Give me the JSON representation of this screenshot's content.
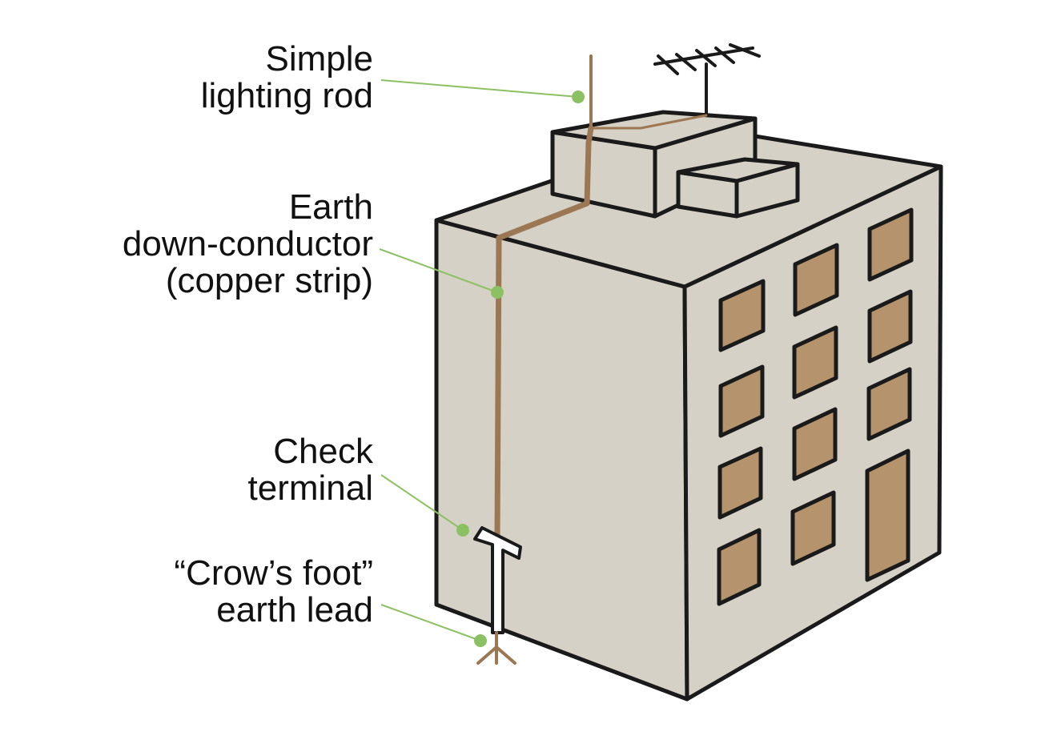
{
  "labels": {
    "rod": {
      "line1": "Simple",
      "line2": "lighting rod"
    },
    "conductor": {
      "line1": "Earth",
      "line2": "down-conductor",
      "line3": "(copper strip)"
    },
    "terminal": {
      "line1": "Check",
      "line2": "terminal"
    },
    "crowsfoot": {
      "line1": "“Crow’s foot”",
      "line2": "earth lead"
    }
  },
  "colors": {
    "wall": "#d6d1c6",
    "outline": "#1a1a1a",
    "copper": "#9c7753",
    "window": "#b5946d",
    "leader": "#8cc163",
    "text": "#111111"
  }
}
